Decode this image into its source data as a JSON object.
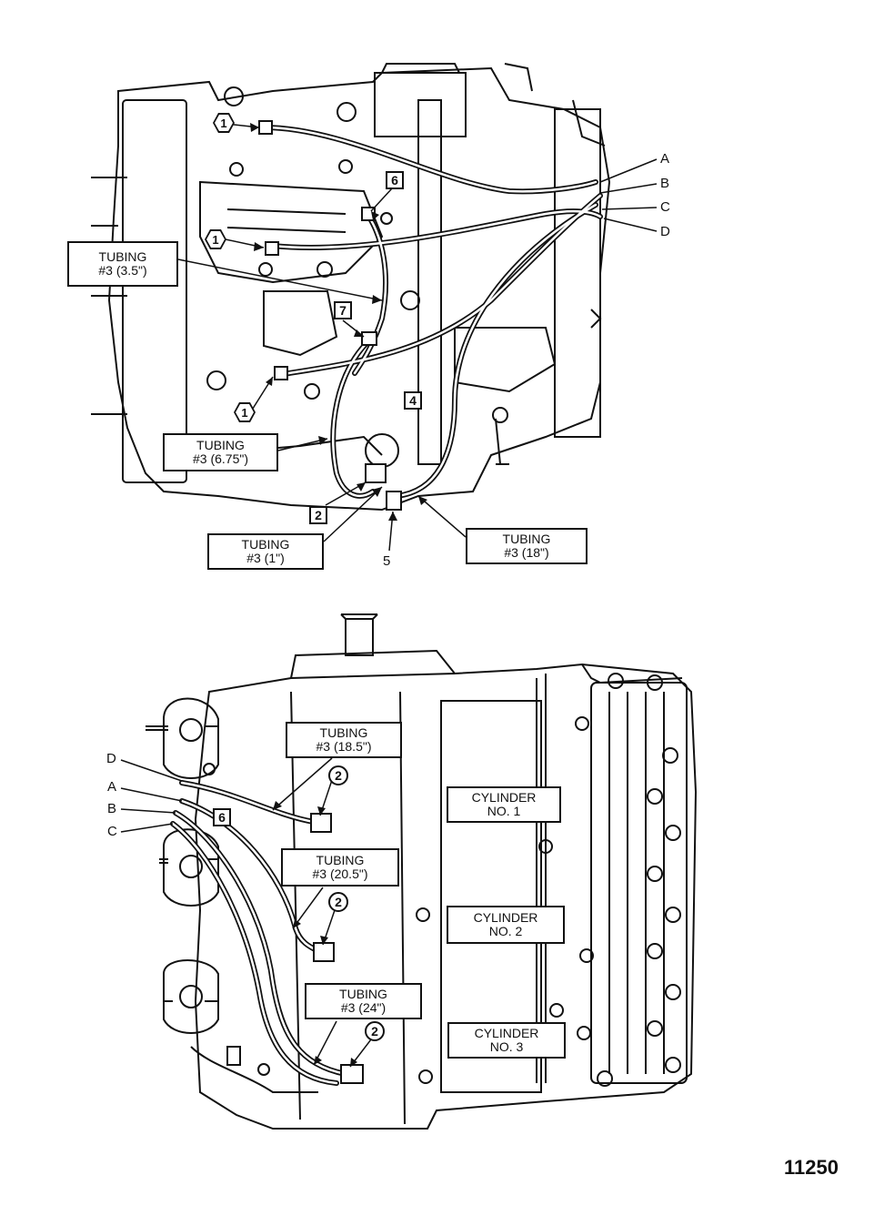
{
  "top_view": {
    "tubing_labels": [
      {
        "line1": "TUBING",
        "line2": "#3 (3.5\")"
      },
      {
        "line1": "TUBING",
        "line2": "#3 (6.75\")"
      },
      {
        "line1": "TUBING",
        "line2": "#3 (1\")"
      },
      {
        "line1": "TUBING",
        "line2": "#3 (18\")"
      }
    ],
    "letters": [
      "A",
      "B",
      "C",
      "D"
    ],
    "callouts": [
      "1",
      "1",
      "1",
      "1",
      "6",
      "7",
      "4",
      "2",
      "5"
    ]
  },
  "bottom_view": {
    "tubing_labels": [
      {
        "line1": "TUBING",
        "line2": "#3 (18.5\")"
      },
      {
        "line1": "TUBING",
        "line2": "#3 (20.5\")"
      },
      {
        "line1": "TUBING",
        "line2": "#3 (24\")"
      }
    ],
    "cylinder_labels": [
      {
        "line1": "CYLINDER",
        "line2": "NO. 1"
      },
      {
        "line1": "CYLINDER",
        "line2": "NO. 2"
      },
      {
        "line1": "CYLINDER",
        "line2": "NO. 3"
      }
    ],
    "letters": [
      "D",
      "A",
      "B",
      "C"
    ],
    "callouts": [
      "2",
      "2",
      "2",
      "6"
    ]
  },
  "figure_number": "11250"
}
